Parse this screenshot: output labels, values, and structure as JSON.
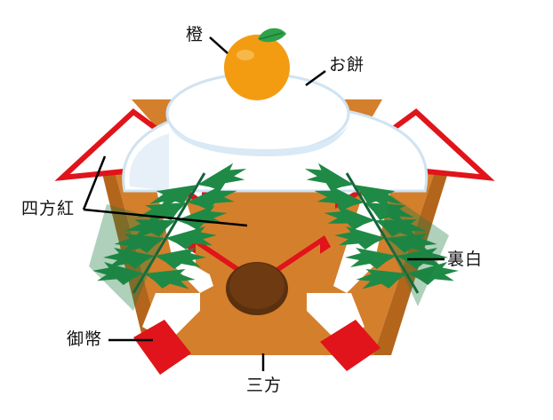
{
  "labels": {
    "daidai": "橙",
    "omochi": "お餅",
    "shihobeni": "四方紅",
    "urajiro": "裏白",
    "gohei": "御幣",
    "sanbo": "三方"
  },
  "colors": {
    "sanbo_wood": "#d47f2c",
    "sanbo_shadow": "#b4651c",
    "sanbo_hole": "#5a300f",
    "shihobeni_red": "#e0141a",
    "gohei_red": "#e0141a",
    "mochi_white": "#ffffff",
    "mochi_shadow": "#cfe3f2",
    "daidai_orange": "#f39c12",
    "daidai_leaf": "#2ea24a",
    "urajiro_green": "#1f8a46",
    "urajiro_dark": "#14633a",
    "leader_line": "#000000"
  }
}
